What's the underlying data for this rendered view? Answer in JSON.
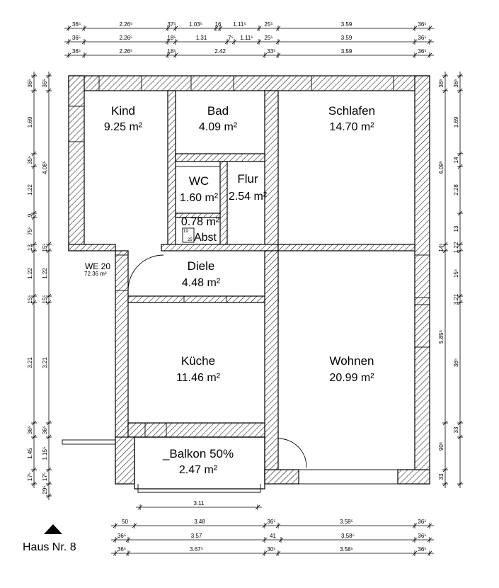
{
  "rooms": {
    "kind": {
      "name": "Kind",
      "area": "9.25 m²"
    },
    "bad": {
      "name": "Bad",
      "area": "4.09 m²"
    },
    "schlafen": {
      "name": "Schlafen",
      "area": "14.70 m²"
    },
    "wc": {
      "name": "WC",
      "area": "1.60 m²"
    },
    "flur": {
      "name": "Flur",
      "area": "2.54 m²"
    },
    "abst": {
      "name": "Abst",
      "area": "0.78 m²"
    },
    "diele": {
      "name": "Diele",
      "area": "4.48 m²"
    },
    "kueche": {
      "name": "Küche",
      "area": "11.46 m²"
    },
    "wohnen": {
      "name": "Wohnen",
      "area": "20.99 m²"
    },
    "balkon": {
      "name": "_Balkon 50%",
      "area": "2.47 m²"
    }
  },
  "unit": {
    "name": "WE 20",
    "area": "72.36 m²"
  },
  "house": {
    "label": "Haus Nr. 8"
  },
  "dims": {
    "top1": [
      "36⁵",
      "2.26⁵",
      "37⁵",
      "1.03⁵",
      "16",
      "1.11⁵",
      "25⁵",
      "3.59",
      "36⁵"
    ],
    "top2": [
      "36⁵",
      "2.26⁵",
      "18⁵",
      "1.31",
      "7⁵",
      "1.11⁵",
      "25⁵",
      "3.59",
      "36⁵"
    ],
    "top3": [
      "36⁵",
      "2.26⁵",
      "18⁵",
      "2.42",
      "33⁵",
      "3.59",
      "36⁵"
    ],
    "left1": [
      "36⁵",
      "1.69",
      "35⁵",
      "1.22",
      "9",
      "75⁵",
      "13",
      "1.22",
      "15⁵",
      "3.21",
      "36⁵",
      "1.45",
      "17⁵"
    ],
    "left2": [
      "36⁵",
      "4.08⁵",
      "15⁵",
      "1.22",
      "15⁵",
      "3.21",
      "36⁵",
      "1.15⁵",
      "17⁵",
      "29⁵"
    ],
    "right1": [
      "36⁵",
      "4.09⁵",
      "14⁵",
      "5.85⁵",
      "90⁵",
      "33"
    ],
    "right2": [
      "36⁵",
      "1.69",
      "14",
      "2.28",
      "13",
      "1.22",
      "15⁵",
      "3.21",
      "36⁵",
      "33"
    ],
    "balkon_width": "3.11",
    "bottom1": [
      "50",
      "3.48",
      "36⁵",
      "3.58⁵",
      "36⁵"
    ],
    "bottom2": [
      "36⁵",
      "3.57",
      "41",
      "3.58⁵",
      "36⁵"
    ],
    "bottom3": [
      "36⁵",
      "3.67⁵",
      "30⁵",
      "3.58⁵",
      "36⁵"
    ],
    "abst_small": [
      "19",
      "25"
    ]
  }
}
